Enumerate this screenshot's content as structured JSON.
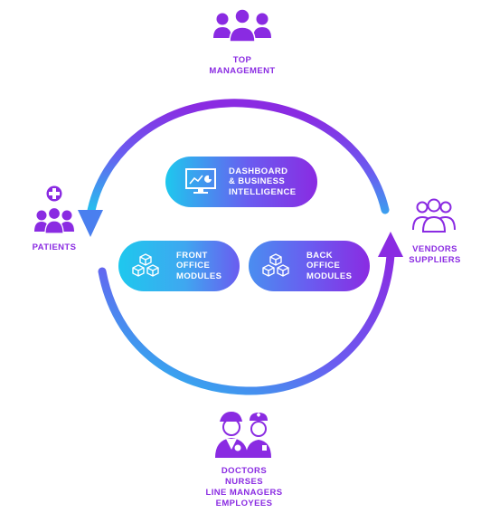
{
  "colors": {
    "accent": "#8a2be2",
    "gradient_cyan": "#1ec8ee",
    "gradient_purple": "#8a2be2",
    "white": "#ffffff"
  },
  "nodes": {
    "top": {
      "lines": [
        "TOP",
        "MANAGEMENT"
      ],
      "icon": "people-group-icon"
    },
    "left": {
      "lines": [
        "PATIENTS"
      ],
      "icon": "patients-icon"
    },
    "right": {
      "lines": [
        "VENDORS",
        "SUPPLIERS"
      ],
      "icon": "vendors-icon"
    },
    "bottom": {
      "lines": [
        "DOCTORS",
        "NURSES",
        "LINE MANAGERS",
        "EMPLOYEES"
      ],
      "icon": "doctor-nurse-icon"
    }
  },
  "modules": {
    "dashboard": {
      "lines": [
        "DASHBOARD",
        "& BUSINESS",
        "INTELLIGENCE"
      ],
      "icon": "dashboard-monitor-icon"
    },
    "front": {
      "lines": [
        "FRONT",
        "OFFICE",
        "MODULES"
      ],
      "icon": "cubes-icon"
    },
    "back": {
      "lines": [
        "BACK",
        "OFFICE",
        "MODULES"
      ],
      "icon": "cubes-icon"
    }
  }
}
